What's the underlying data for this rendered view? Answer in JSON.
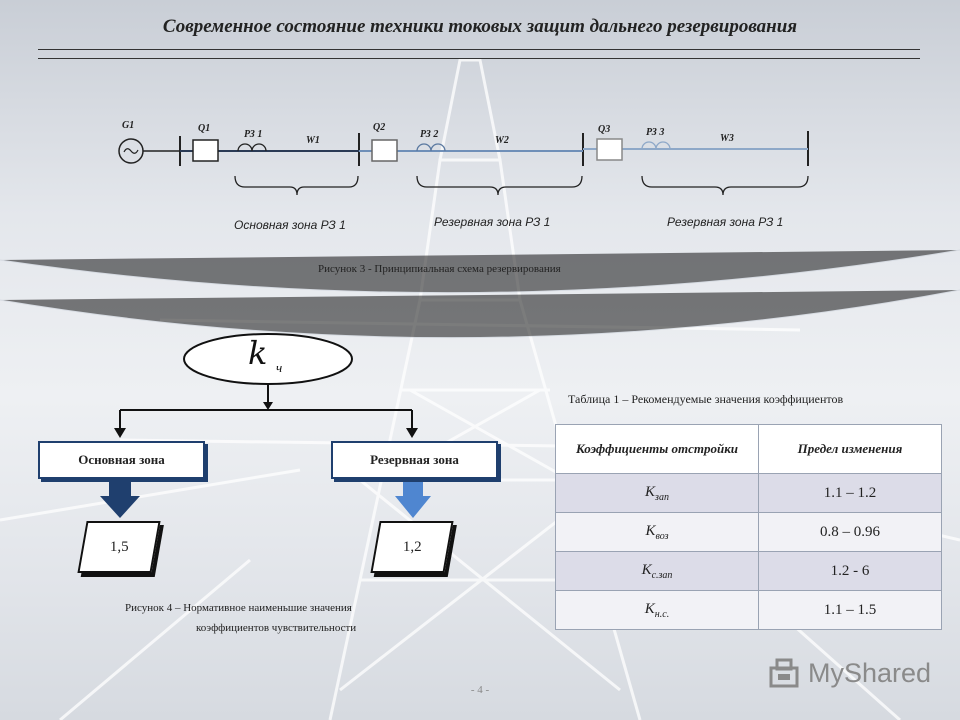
{
  "title": "Современное состояние техники токовых защит дальнего резервирования",
  "scheme": {
    "generator": "G1",
    "breakers": [
      "Q1",
      "Q2",
      "Q3"
    ],
    "relays": [
      "РЗ 1",
      "РЗ 2",
      "РЗ 3"
    ],
    "lines": [
      "W1",
      "W2",
      "W3"
    ],
    "zones": [
      "Основная зона РЗ 1",
      "Резервная зона РЗ 1",
      "Резервная зона РЗ 1"
    ],
    "caption": "Рисунок 3  - Принципиальная схема резервирования"
  },
  "flow": {
    "root_k": "k",
    "root_sub": "ч",
    "left_box": "Основная зона",
    "right_box": "Резервная зона",
    "left_value": "1,5",
    "right_value": "1,2",
    "caption_line1": "Рисунок 4 – Нормативное наименьшие значения",
    "caption_line2": "коэффициентов чувствительности"
  },
  "table": {
    "caption": "Таблица 1 – Рекомендуемые значения коэффициентов",
    "headers": [
      "Коэффициенты отстройки",
      "Предел изменения"
    ],
    "rows": [
      {
        "k": "K",
        "sub": "зап",
        "range": "1.1 – 1.2"
      },
      {
        "k": "K",
        "sub": "воз",
        "range": "0.8 – 0.96"
      },
      {
        "k": "K",
        "sub": "с.зап",
        "range": "1.2 - 6"
      },
      {
        "k": "K",
        "sub": "н.с.",
        "range": "1.1 – 1.5"
      }
    ]
  },
  "watermark": "MyShared",
  "page_number": "- 4 -"
}
